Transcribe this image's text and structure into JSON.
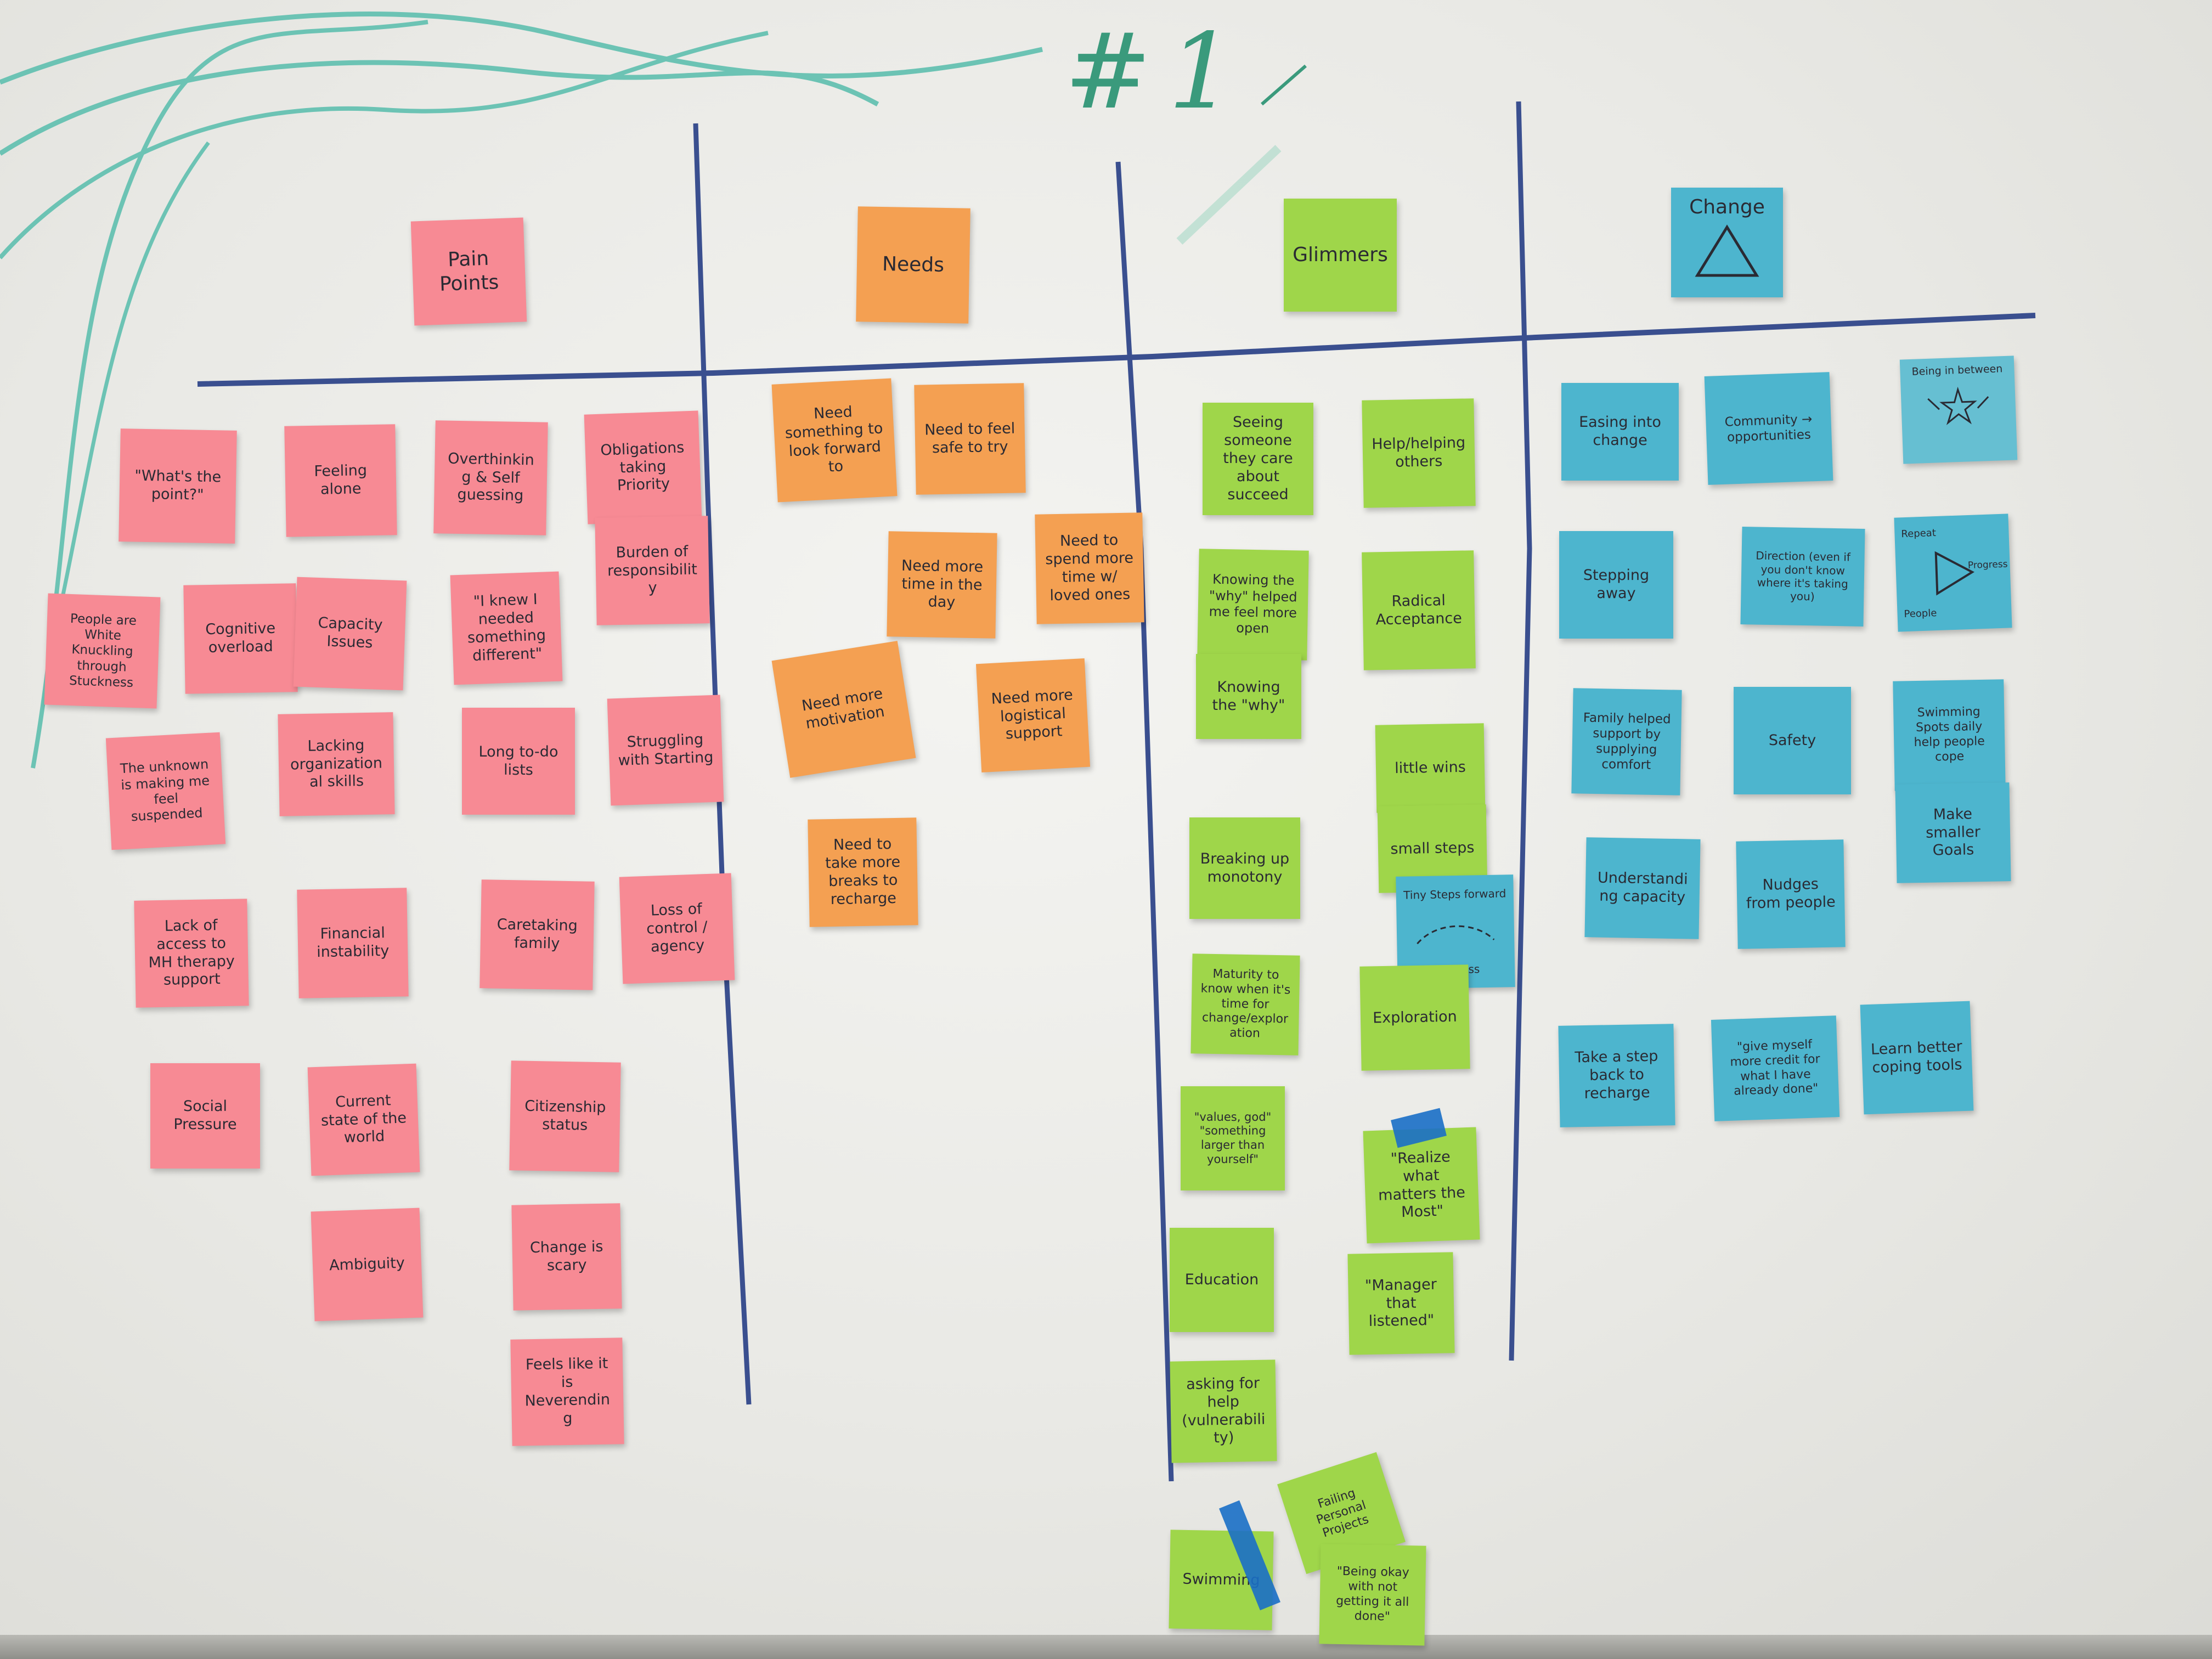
{
  "board_title": "#1",
  "colors": {
    "pink": "#f78a94",
    "orange": "#f4a052",
    "green": "#9fd64a",
    "blue": "#4db5ce",
    "marker_blue": "#3a4f8f",
    "marker_teal": "#3a9a7c"
  },
  "columns": {
    "pain_points": {
      "header": "Pain Points",
      "notes": [
        "\"What's the point?\"",
        "Feeling alone",
        "Overthinking & Self guessing",
        "Obligations taking Priority",
        "Burden of responsibility",
        "People are White Knuckling through Stuckness",
        "Cognitive overload",
        "Capacity Issues",
        "\"I knew I needed something different\"",
        "The unknown is making me feel suspended",
        "Lacking organizational skills",
        "Long to-do lists",
        "Struggling with Starting",
        "Lack of access to MH therapy support",
        "Financial instability",
        "Caretaking family",
        "Loss of control / agency",
        "Social Pressure",
        "Current state of the world",
        "Citizenship status",
        "Ambiguity",
        "Change is scary",
        "Feels like it is Neverending"
      ]
    },
    "needs": {
      "header": "Needs",
      "notes": [
        "Need something to look forward to",
        "Need to feel safe to try",
        "Need more time in the day",
        "Need to spend more time w/ loved ones",
        "Need more motivation",
        "Need more logistical support",
        "Need to take more breaks to recharge"
      ]
    },
    "glimmers": {
      "header": "Glimmers",
      "notes": [
        "Seeing someone they care about succeed",
        "Help/helping others",
        "Knowing the \"why\" helped me feel more open",
        "Knowing the \"why\"",
        "Radical Acceptance",
        "little wins",
        "small steps",
        "Breaking up monotony",
        "Maturity to know when it's time for change/exploration",
        "Exploration",
        "\"values, god\" \"something larger than yourself\"",
        "\"Realize what matters the Most\"",
        "Education",
        "\"Manager that listened\"",
        "asking for help (vulnerability)",
        "Failing Personal Projects",
        "Swimming",
        "\"Being okay with not getting it all done\""
      ]
    },
    "change": {
      "header": "Change",
      "notes": [
        "Easing into change",
        "Community → opportunities",
        "Being in between",
        "Stepping away",
        "Direction (even if you don't know where it's taking you)",
        "Family helped support by supplying comfort",
        "Safety",
        "Swimming Spots daily help people cope",
        "Make smaller Goals",
        "Understanding capacity",
        "Nudges from people",
        "Take a step back to recharge",
        "\"give myself more credit for what I have already done\"",
        "Learn better coping tools"
      ],
      "tiny_steps_note": {
        "top": "Tiny Steps forward",
        "bottom": "progress"
      },
      "repeat_note": {
        "left": "Repeat",
        "right": "Progress",
        "bottom": "People"
      }
    }
  }
}
